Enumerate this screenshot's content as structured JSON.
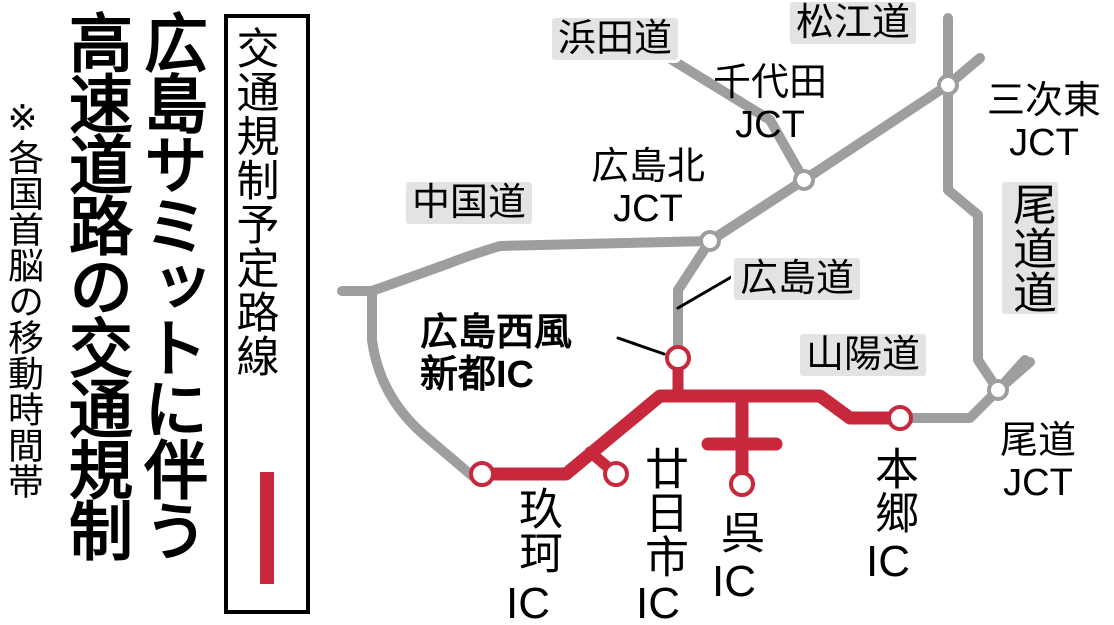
{
  "headline": {
    "line1": "広島サミットに伴う",
    "line2": "高速道路の交通規制",
    "note": "※各国首脳の移動時間帯"
  },
  "legend": {
    "label": "交通規制予定路線",
    "line_color": "#c8283c"
  },
  "colors": {
    "road_gray": "#9e9e9e",
    "restricted_red": "#c8283c",
    "label_bg": "#e3e3e3"
  },
  "roads": {
    "hamada": "浜田道",
    "matsue": "松江道",
    "chugoku": "中国道",
    "hiroshima": "広島道",
    "sanyo": "山陽道",
    "onomichi": "尾道道"
  },
  "junctions": {
    "chiyoda": {
      "name": "千代田",
      "type": "JCT"
    },
    "hiroshima_kita": {
      "name": "広島北",
      "type": "JCT"
    },
    "miyoshi_higashi": {
      "name": "三次東",
      "type": "JCT"
    },
    "onomichi": {
      "name": "尾道",
      "type": "JCT"
    }
  },
  "interchanges": {
    "hiroshima_nishi_fuu": {
      "name": "広島西風",
      "name2": "新都IC"
    },
    "kuba": {
      "name": "玖珂",
      "type": "IC"
    },
    "hatsukaichi": {
      "name": "廿日市",
      "type": "IC"
    },
    "kure": {
      "name": "呉",
      "type": "IC"
    },
    "hongo": {
      "name": "本郷",
      "type": "IC"
    }
  }
}
